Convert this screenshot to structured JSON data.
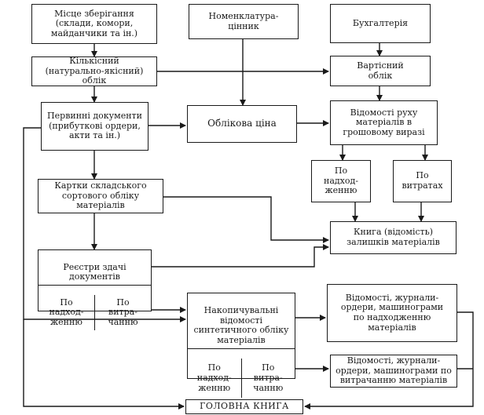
{
  "nodes": {
    "storage": "Місце зберігання\n(склади, комори,\nмайданчики та ін.)",
    "nomenclature": "Номенклатура-\nцінник",
    "accounting": "Бухгалтерія",
    "quantitative": "Кількісний\n(натурально-якісний)\nоблік",
    "value": "Вартісний\nоблік",
    "primary_docs": "Первинні документи\n(прибуткові ордери,\nакти та ін.)",
    "accounting_price": "Облікова ціна",
    "movement_statements": "Відомості руху\nматеріалів в\nгрошовому виразі",
    "by_receipt": "По\nнадход-\nженню",
    "by_expense": "По\nвитратах",
    "warehouse_cards": "Картки складського\nсортового обліку\nматеріалів",
    "balances_book": "Книга (відомість)\nзалишків матеріалів",
    "registers": {
      "title": "Реєстри здачі\nдокументів",
      "left": "По\nнадход-\nженню",
      "right": "По\nвитра-\nчанню"
    },
    "cumulative": {
      "title": "Накопичувальні\nвідомості\nсинтетичного обліку\nматеріалів",
      "left": "По\nнадход-\nженню",
      "right": "По\nвитра-\nчанню"
    },
    "journals_receipt": "Відомості, журнали-\nордери, машинограми\nпо надходженню\nматеріалів",
    "journals_expense": "Відомості, журнали-\nордери, машинограми по\nвитрачанню матеріалів",
    "general_ledger": "ГОЛОВНА КНИГА"
  }
}
